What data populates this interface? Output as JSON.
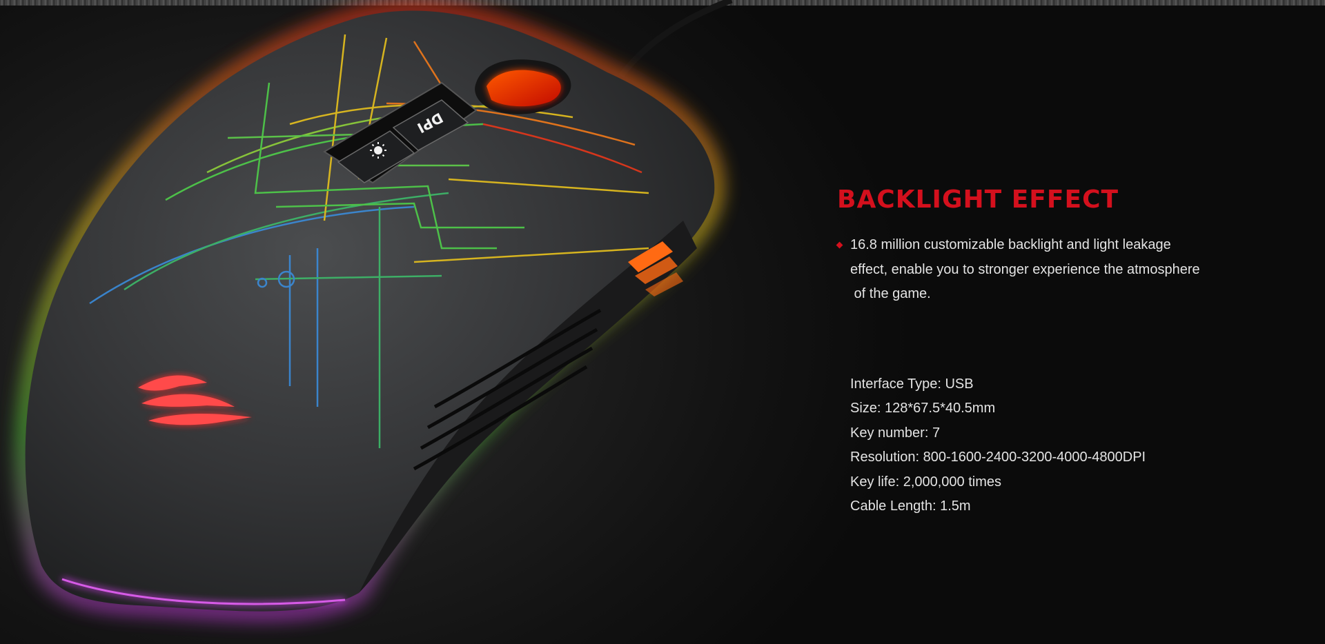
{
  "backlight": {
    "heading": "BACKLIGHT EFFECT",
    "feature_lines": [
      "16.8 million customizable backlight and light leakage",
      "effect, enable you to stronger experience the atmosphere",
      " of the game."
    ]
  },
  "mouse": {
    "dpi_button_label": "DPI",
    "light_button_icon": "sun-icon",
    "logo_icon": "claw-logo-icon"
  },
  "specs": [
    {
      "label": "Interface Type",
      "value": "USB",
      "text": "Interface Type: USB"
    },
    {
      "label": "Size",
      "value": "128*67.5*40.5mm",
      "text": "Size: 128*67.5*40.5mm"
    },
    {
      "label": "Key number",
      "value": "7",
      "text": "Key number: 7"
    },
    {
      "label": "Resolution",
      "value": "800-1600-2400-3200-4000-4800DPI",
      "text": "Resolution: 800-1600-2400-3200-4000-4800DPI"
    },
    {
      "label": "Key life",
      "value": "2,000,000 times",
      "text": "Key life: 2,000,000 times"
    },
    {
      "label": "Cable Length",
      "value": "1.5m",
      "text": "Cable Length: 1.5m"
    }
  ],
  "colors": {
    "accent": "#d4101d",
    "text": "#e4e4e4",
    "background": "#0c0c0c"
  }
}
